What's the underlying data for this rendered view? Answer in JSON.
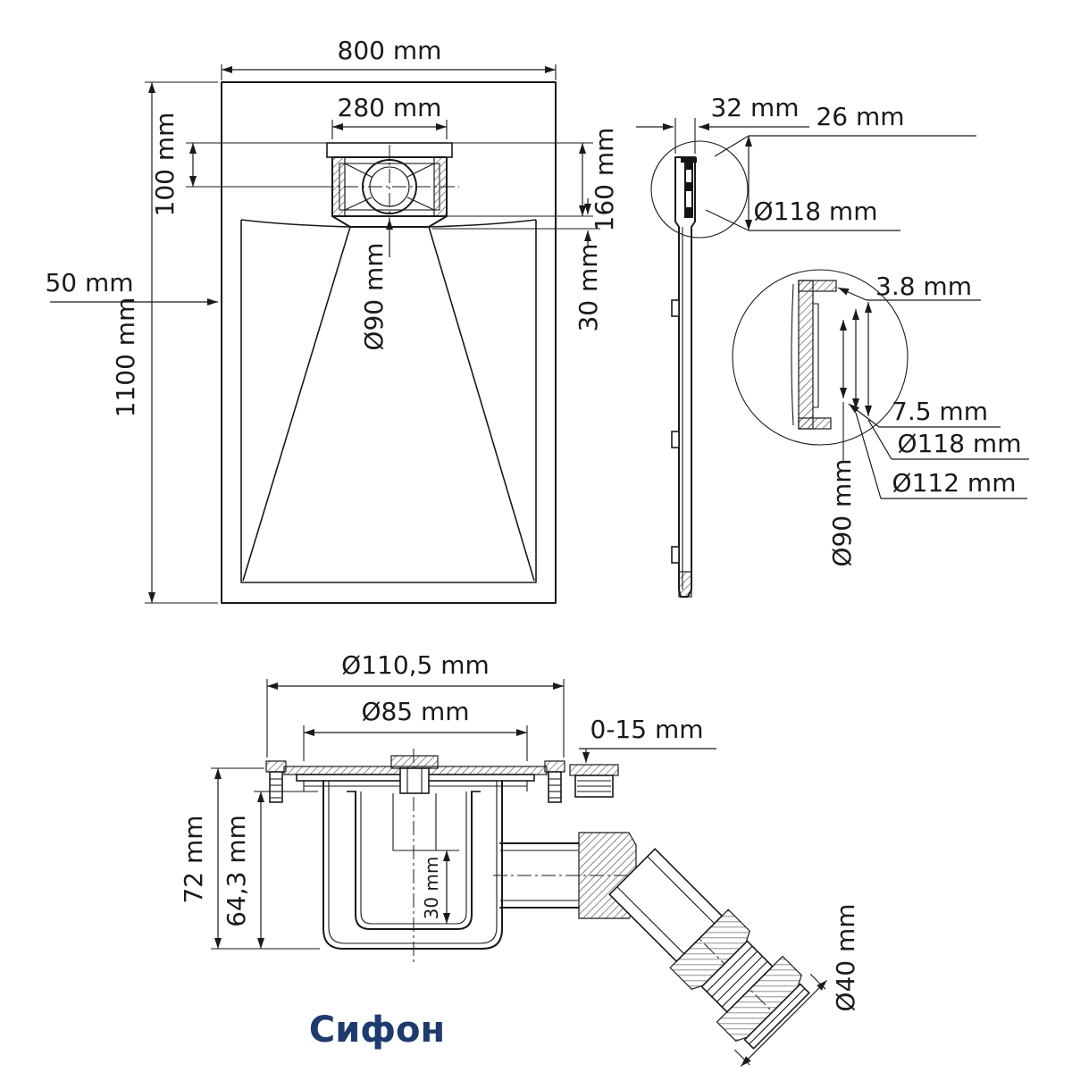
{
  "colors": {
    "ink": "#1a1a1a",
    "accent": "#1e3a6e",
    "background": "#ffffff"
  },
  "plan_view": {
    "dims": {
      "width": "800 mm",
      "drain_width": "280 mm",
      "drain_offset": "100 mm",
      "drain_unit_height": "160 mm",
      "rim_depth": "30 mm",
      "drain_hole": "Ø90 mm",
      "wall": "50 mm",
      "length": "1100 mm"
    }
  },
  "side_view": {
    "dims": {
      "thickness": "32 mm",
      "flange_height": "26 mm",
      "flange_diameter": "Ø118 mm"
    },
    "detail": {
      "lip": "3.8 mm",
      "step": "7.5 mm",
      "outer": "Ø118 mm",
      "middle": "Ø112 mm",
      "hole": "Ø90 mm"
    }
  },
  "siphon": {
    "caption": "Сифон",
    "dims": {
      "flange_outer": "Ø110,5 mm",
      "flange_inner": "Ø85 mm",
      "adjustment": "0-15 mm",
      "height_total": "72 mm",
      "height_body": "64,3 mm",
      "cup_depth": "30 mm",
      "outlet": "Ø40 mm"
    }
  }
}
